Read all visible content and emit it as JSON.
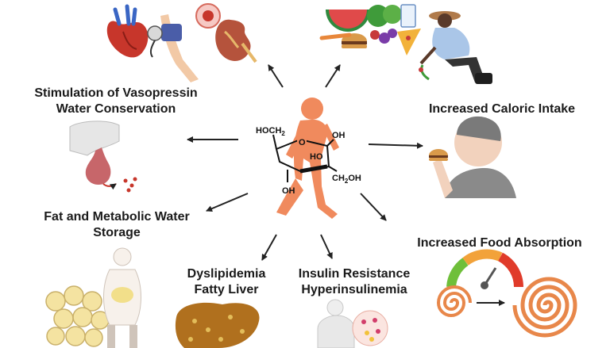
{
  "labels": {
    "vasopressin_line1": "Stimulation of Vasopressin",
    "vasopressin_line2": "Water Conservation",
    "caloric": "Increased Caloric Intake",
    "fat_line1": "Fat and Metabolic Water",
    "fat_line2": "Storage",
    "absorption": "Increased Food Absorption",
    "dyslipidemia_line1": "Dyslipidemia",
    "dyslipidemia_line2": "Fatty Liver",
    "insulin_line1": "Insulin Resistance",
    "insulin_line2": "Hyperinsulinemia"
  },
  "molecule": {
    "hoch2": "HOCH",
    "hoch2_sub": "2",
    "ring_o": "O",
    "oh_right": "OH",
    "ho_mid": "HO",
    "oh_bottom": "OH",
    "ch2oh": "CH",
    "ch2oh_sub": "2",
    "ch2oh_tail": "OH"
  },
  "colors": {
    "figure": "#f08a5d",
    "arrow": "#222222",
    "gauge_red": "#e03b2a",
    "gauge_orange": "#f2a23a",
    "gauge_green": "#6fbf3a",
    "spiral": "#e8874a"
  }
}
